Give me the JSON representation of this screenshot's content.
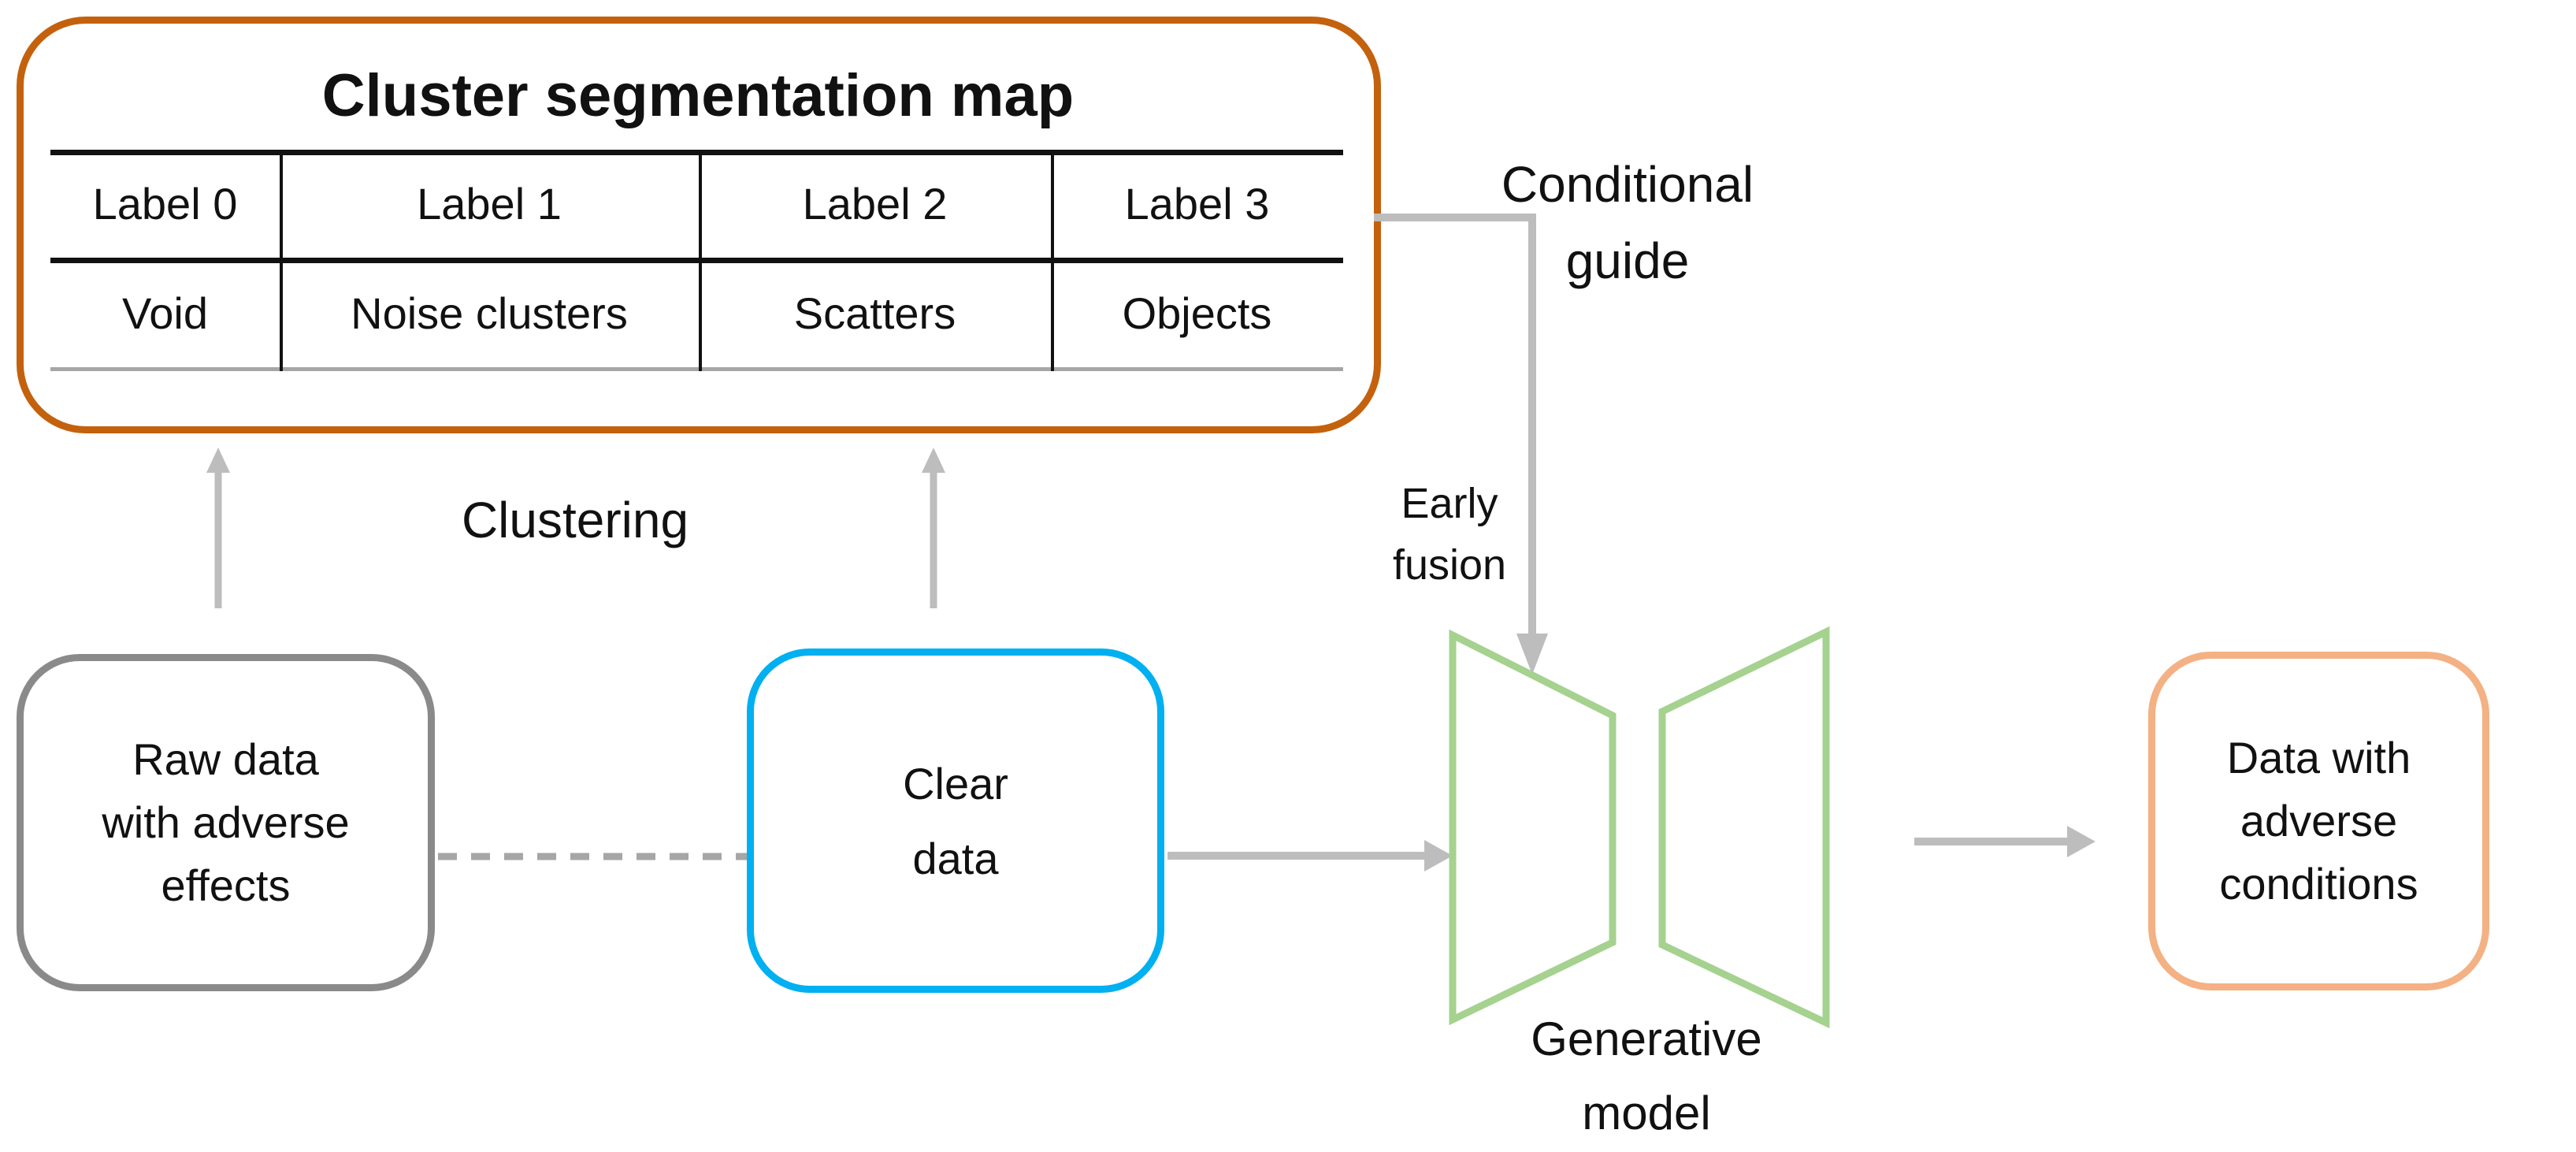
{
  "figure": {
    "type": "flow-diagram"
  },
  "colors": {
    "map_border": "#C4610D",
    "raw_border": "#8A8A8A",
    "clear_border": "#00B0F0",
    "output_border": "#F4B183",
    "model_green": "#A5D28F",
    "arrow_gray": "#BDBDBD",
    "dash_gray": "#A6A6A6",
    "table_rule_dark": "#111111",
    "table_rule_light": "#A6A6A6",
    "text": "#111111"
  },
  "cluster_map": {
    "title": "Cluster segmentation map",
    "table": {
      "headers": [
        "Label 0",
        "Label 1",
        "Label 2",
        "Label 3"
      ],
      "row": [
        "Void",
        "Noise clusters",
        "Scatters",
        "Objects"
      ]
    }
  },
  "labels": {
    "conditional_guide": {
      "lines": [
        "Conditional",
        "guide"
      ]
    },
    "early_fusion": {
      "lines": [
        "Early",
        "fusion"
      ]
    },
    "clustering": "Clustering",
    "generative_model": {
      "lines": [
        "Generative",
        "model"
      ]
    }
  },
  "nodes": {
    "raw_data": {
      "lines": [
        "Raw data",
        "with adverse",
        "effects"
      ]
    },
    "clear_data": {
      "lines": [
        "Clear",
        "data"
      ]
    },
    "output_data": {
      "lines": [
        "Data with",
        "adverse",
        "conditions"
      ]
    }
  }
}
